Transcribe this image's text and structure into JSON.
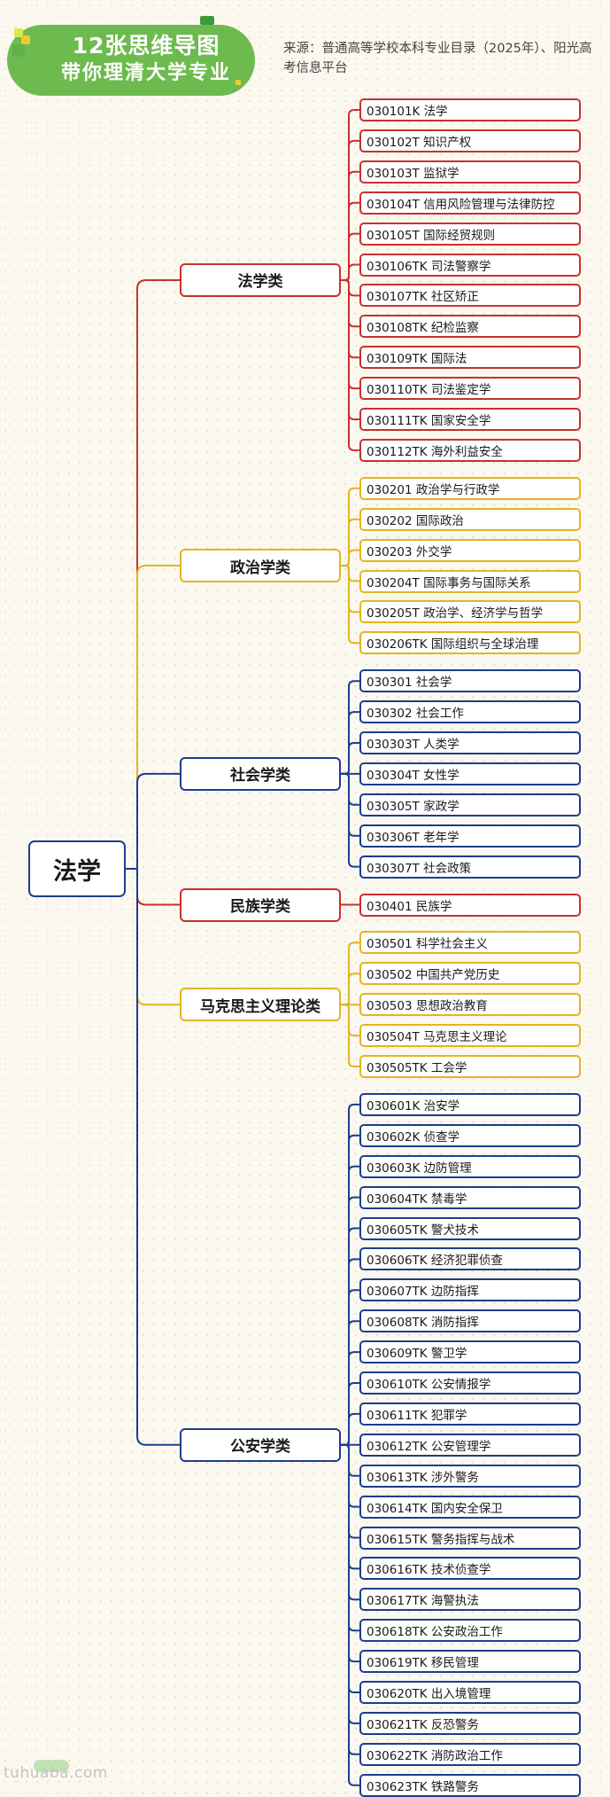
{
  "header": {
    "badge_line1": "12张思维导图",
    "badge_line2": "带你理清大学专业",
    "source": "来源：普通高等学校本科专业目录（2025年）、阳光高考信息平台"
  },
  "root": "法学",
  "colors": {
    "red": "#c8312c",
    "yellow": "#e3b520",
    "blue": "#1c3d8f",
    "badge_green": "#6dbb4f"
  },
  "categories": [
    {
      "name": "法学类",
      "color": "red",
      "items": [
        "030101K 法学",
        "030102T 知识产权",
        "030103T 监狱学",
        "030104T 信用风险管理与法律防控",
        "030105T 国际经贸规则",
        "030106TK 司法警察学",
        "030107TK 社区矫正",
        "030108TK 纪检监察",
        "030109TK 国际法",
        "030110TK 司法鉴定学",
        "030111TK 国家安全学",
        "030112TK 海外利益安全"
      ]
    },
    {
      "name": "政治学类",
      "color": "yellow",
      "items": [
        "030201 政治学与行政学",
        "030202 国际政治",
        "030203 外交学",
        "030204T 国际事务与国际关系",
        "030205T 政治学、经济学与哲学",
        "030206TK 国际组织与全球治理"
      ]
    },
    {
      "name": "社会学类",
      "color": "blue",
      "items": [
        "030301 社会学",
        "030302 社会工作",
        "030303T 人类学",
        "030304T 女性学",
        "030305T 家政学",
        "030306T 老年学",
        "030307T 社会政策"
      ]
    },
    {
      "name": "民族学类",
      "color": "red",
      "items": [
        "030401 民族学"
      ]
    },
    {
      "name": "马克思主义理论类",
      "color": "yellow",
      "items": [
        "030501 科学社会主义",
        "030502 中国共产党历史",
        "030503 思想政治教育",
        "030504T 马克思主义理论",
        "030505TK 工会学"
      ]
    },
    {
      "name": "公安学类",
      "color": "blue",
      "items": [
        "030601K 治安学",
        "030602K 侦查学",
        "030603K 边防管理",
        "030604TK 禁毒学",
        "030605TK 警犬技术",
        "030606TK 经济犯罪侦查",
        "030607TK 边防指挥",
        "030608TK 消防指挥",
        "030609TK 警卫学",
        "030610TK 公安情报学",
        "030611TK 犯罪学",
        "030612TK 公安管理学",
        "030613TK 涉外警务",
        "030614TK 国内安全保卫",
        "030615TK 警务指挥与战术",
        "030616TK 技术侦查学",
        "030617TK 海警执法",
        "030618TK 公安政治工作",
        "030619TK 移民管理",
        "030620TK 出入境管理",
        "030621TK 反恐警务",
        "030622TK 消防政治工作",
        "030623TK 铁路警务"
      ]
    }
  ],
  "watermark": "tuhuaba.com"
}
